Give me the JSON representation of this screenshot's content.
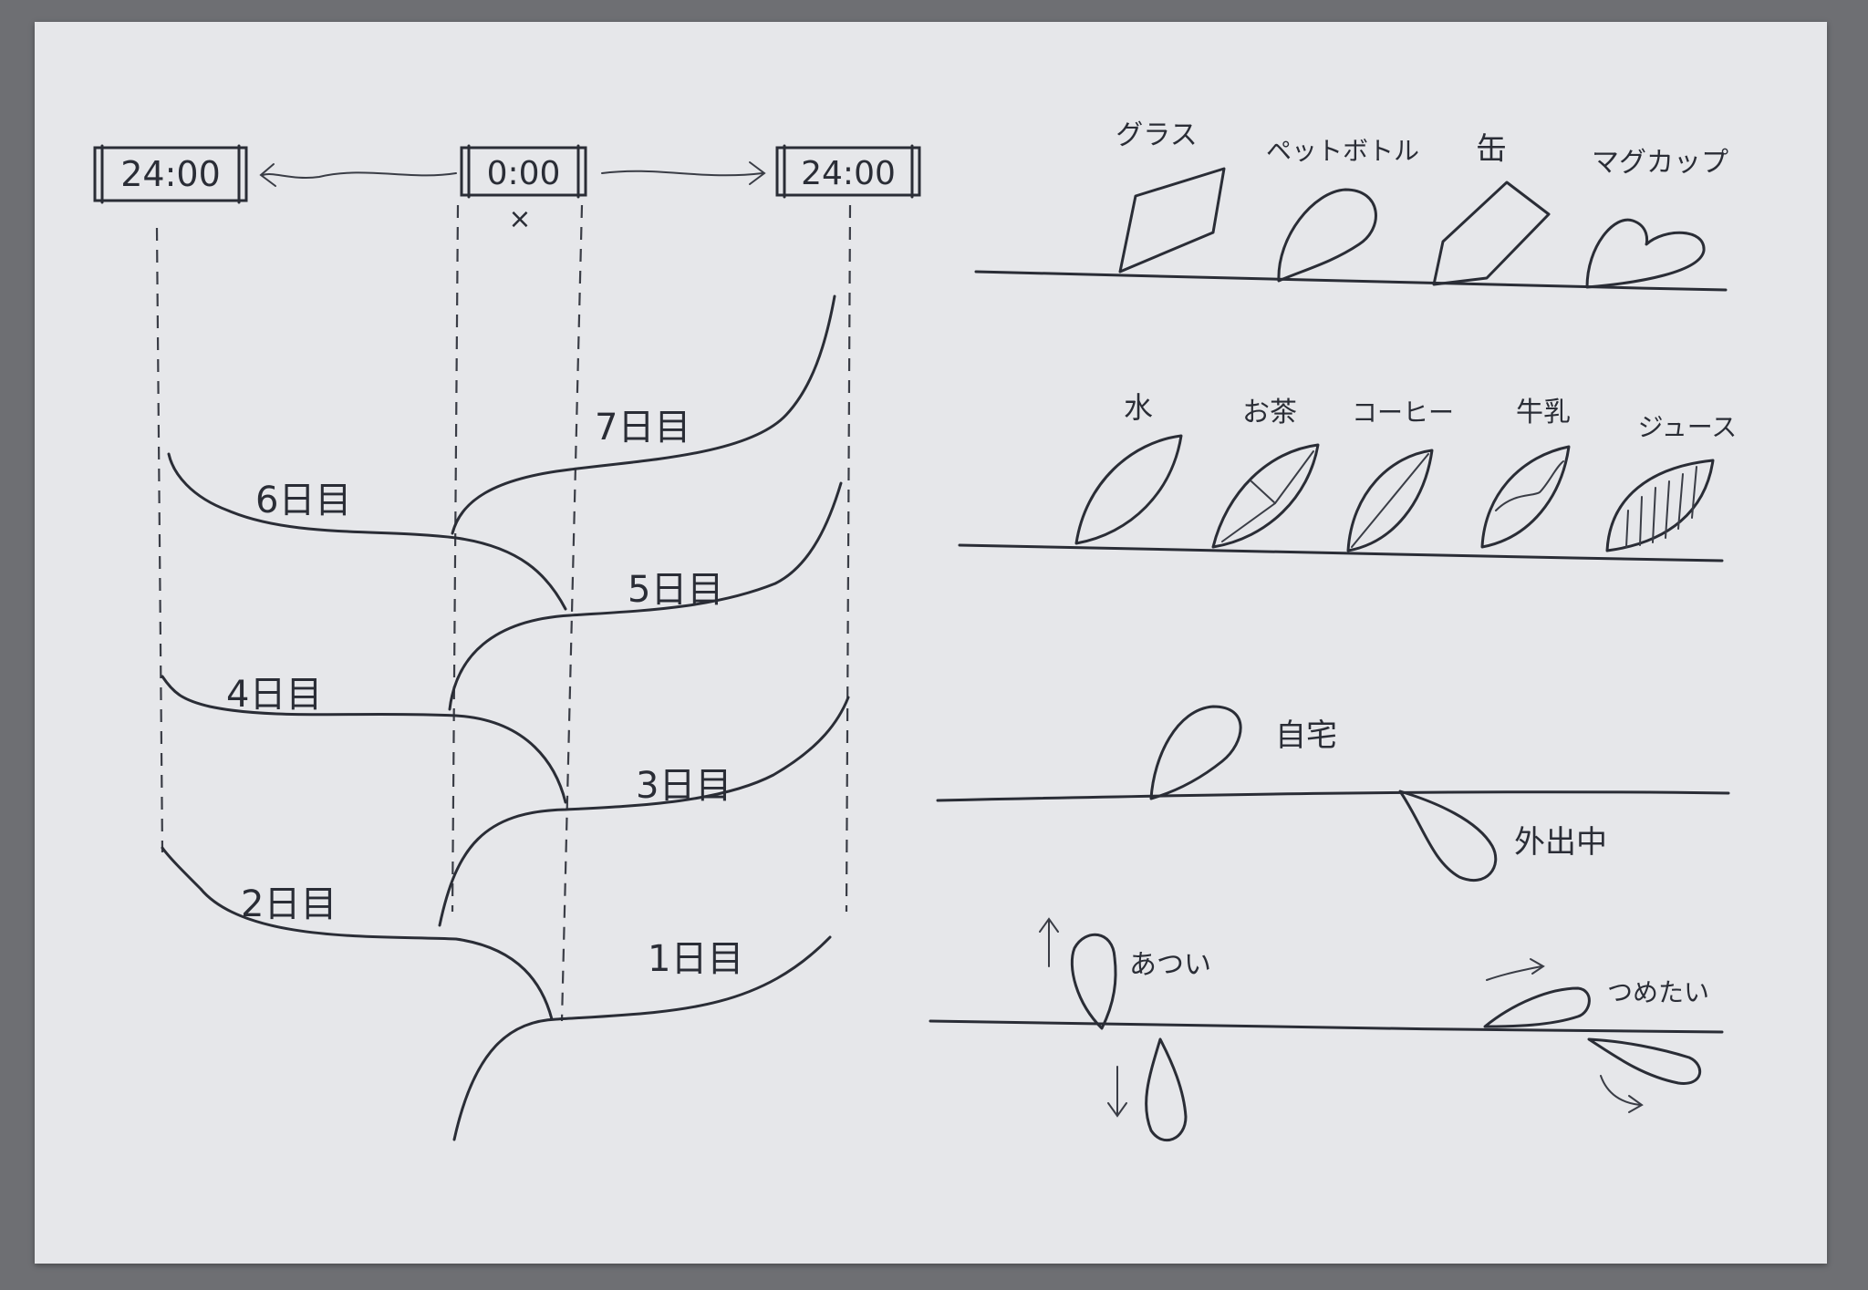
{
  "timeline": {
    "times": {
      "left": "24:00",
      "center": "0:00",
      "right": "24:00"
    },
    "start_marker": "×",
    "days": [
      "1日目",
      "2日目",
      "3日目",
      "4日目",
      "5日目",
      "6日目",
      "7日目"
    ]
  },
  "containers": {
    "labels": [
      "グラス",
      "ペットボトル",
      "缶",
      "マグカップ"
    ]
  },
  "drinks": {
    "labels": [
      "水",
      "お茶",
      "コーヒー",
      "牛乳",
      "ジュース"
    ]
  },
  "location": {
    "home": "自宅",
    "out": "外出中"
  },
  "temperature": {
    "hot": "あつい",
    "cold": "つめたい"
  }
}
